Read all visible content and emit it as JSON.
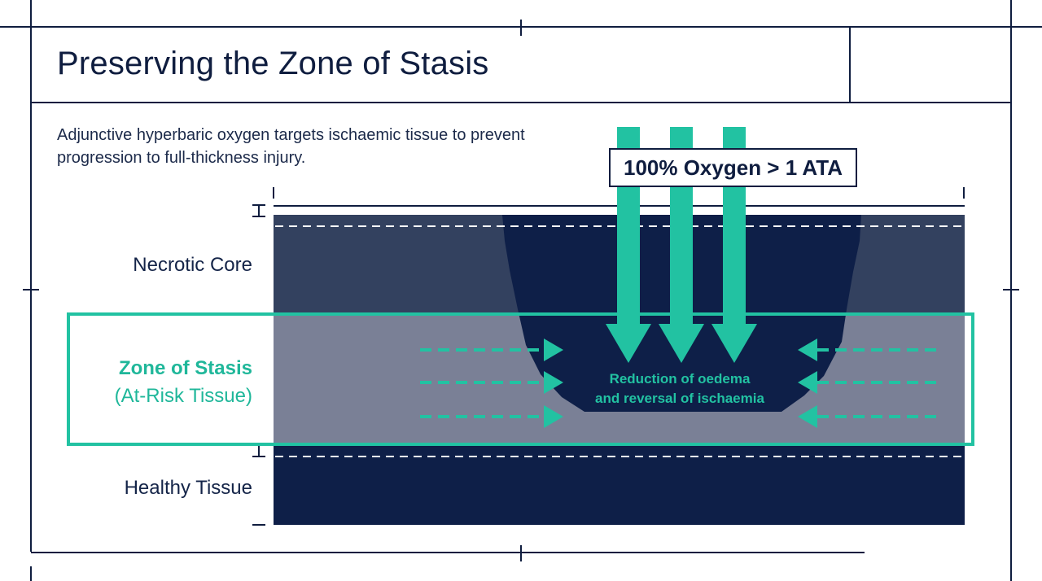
{
  "title": "Preserving the Zone of Stasis",
  "subtitle": "Adjunctive hyperbaric oxygen targets ischaemic tissue to prevent progression to full-thickness injury.",
  "layers": {
    "necrotic": "Necrotic Core",
    "stasis_main": "Zone of Stasis",
    "stasis_sub": "(At-Risk Tissue)",
    "healthy": "Healthy Tissue"
  },
  "oxygen_label": "100% Oxygen > 1 ATA",
  "effect_lines": [
    "Reduction of oedema",
    "and reversal of ischaemia"
  ],
  "colors": {
    "navy": "#0e1f48",
    "teal": "#22c2a2",
    "stasis_band": "#7a8096",
    "frame": "#0f1d3f"
  }
}
